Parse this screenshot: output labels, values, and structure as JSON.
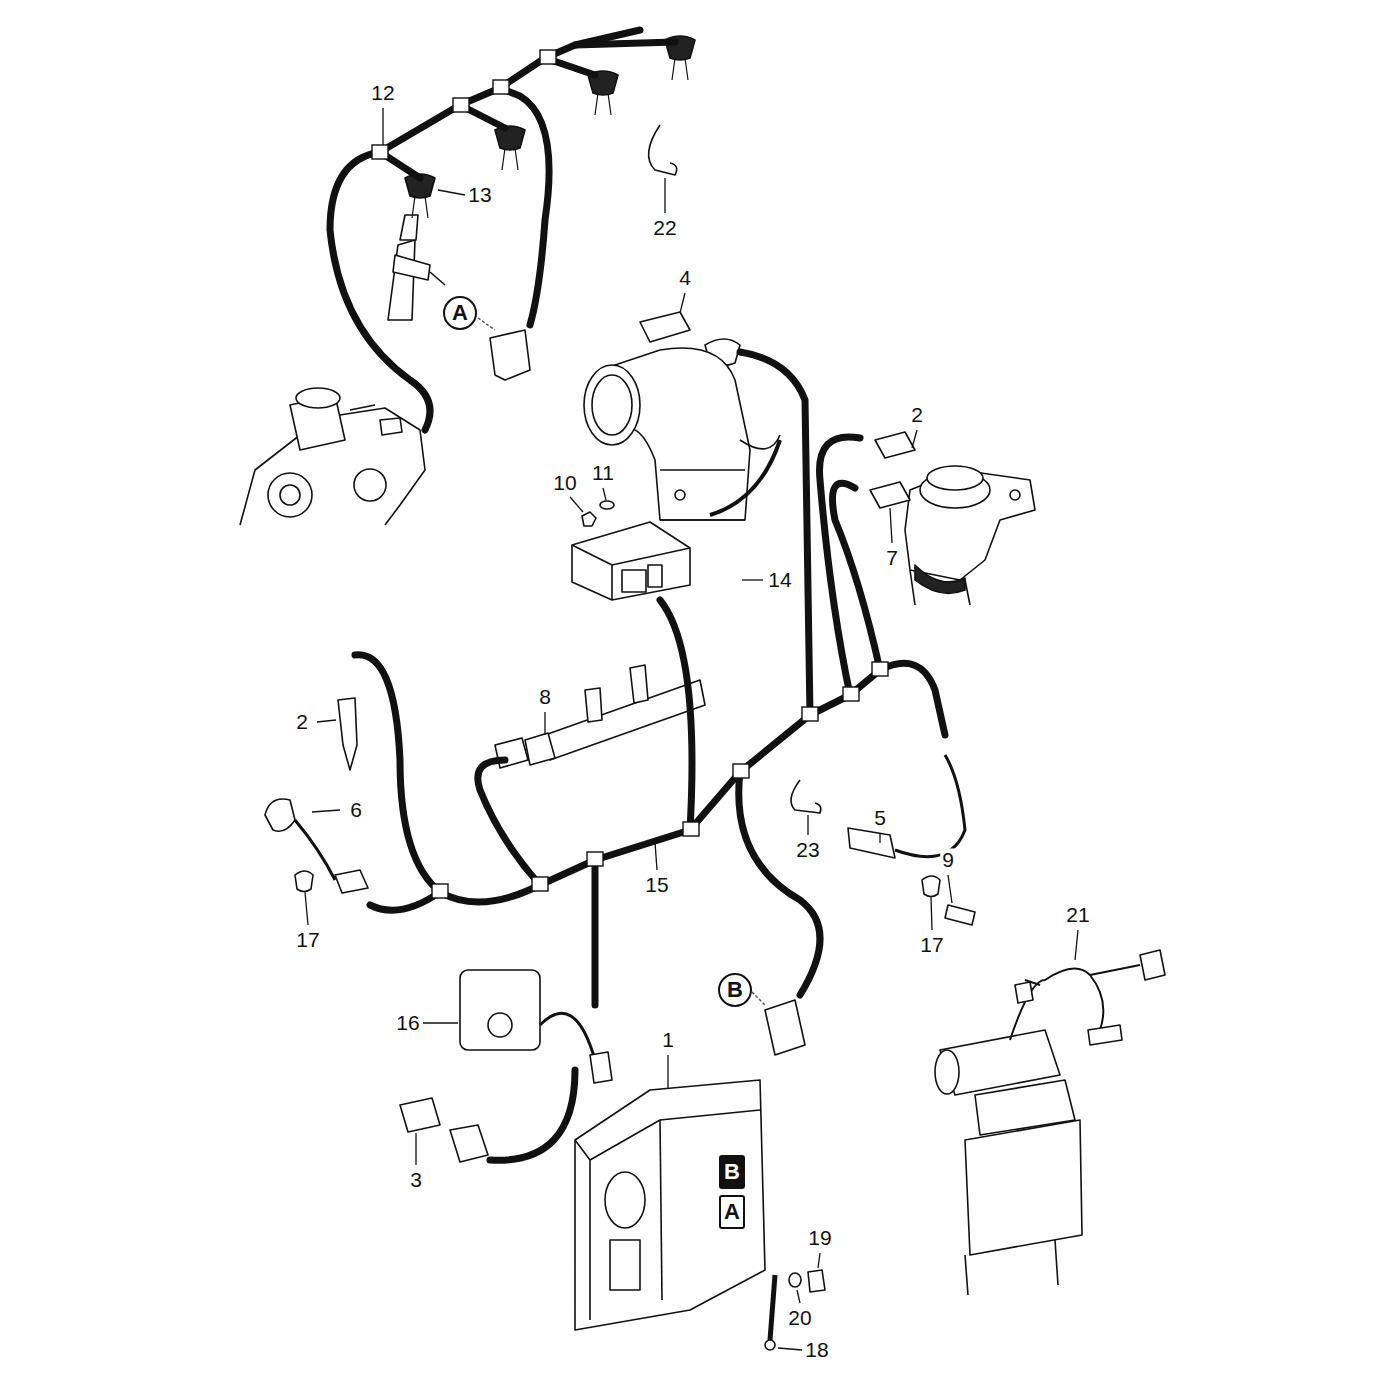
{
  "diagram": {
    "nodes": [
      {
        "text": [
          "A"
        ]
      },
      {
        "text": [
          "B"
        ]
      },
      {
        "text": [
          "B"
        ]
      },
      {
        "text": [
          "A"
        ]
      }
    ],
    "edges": [],
    "labels": [
      "12",
      "13",
      "22",
      "4",
      "2",
      "10",
      "11",
      "7",
      "14",
      "8",
      "2",
      "6",
      "5",
      "23",
      "15",
      "9",
      "17",
      "17",
      "21",
      "16",
      "1",
      "3",
      "19",
      "20",
      "18"
    ]
  }
}
